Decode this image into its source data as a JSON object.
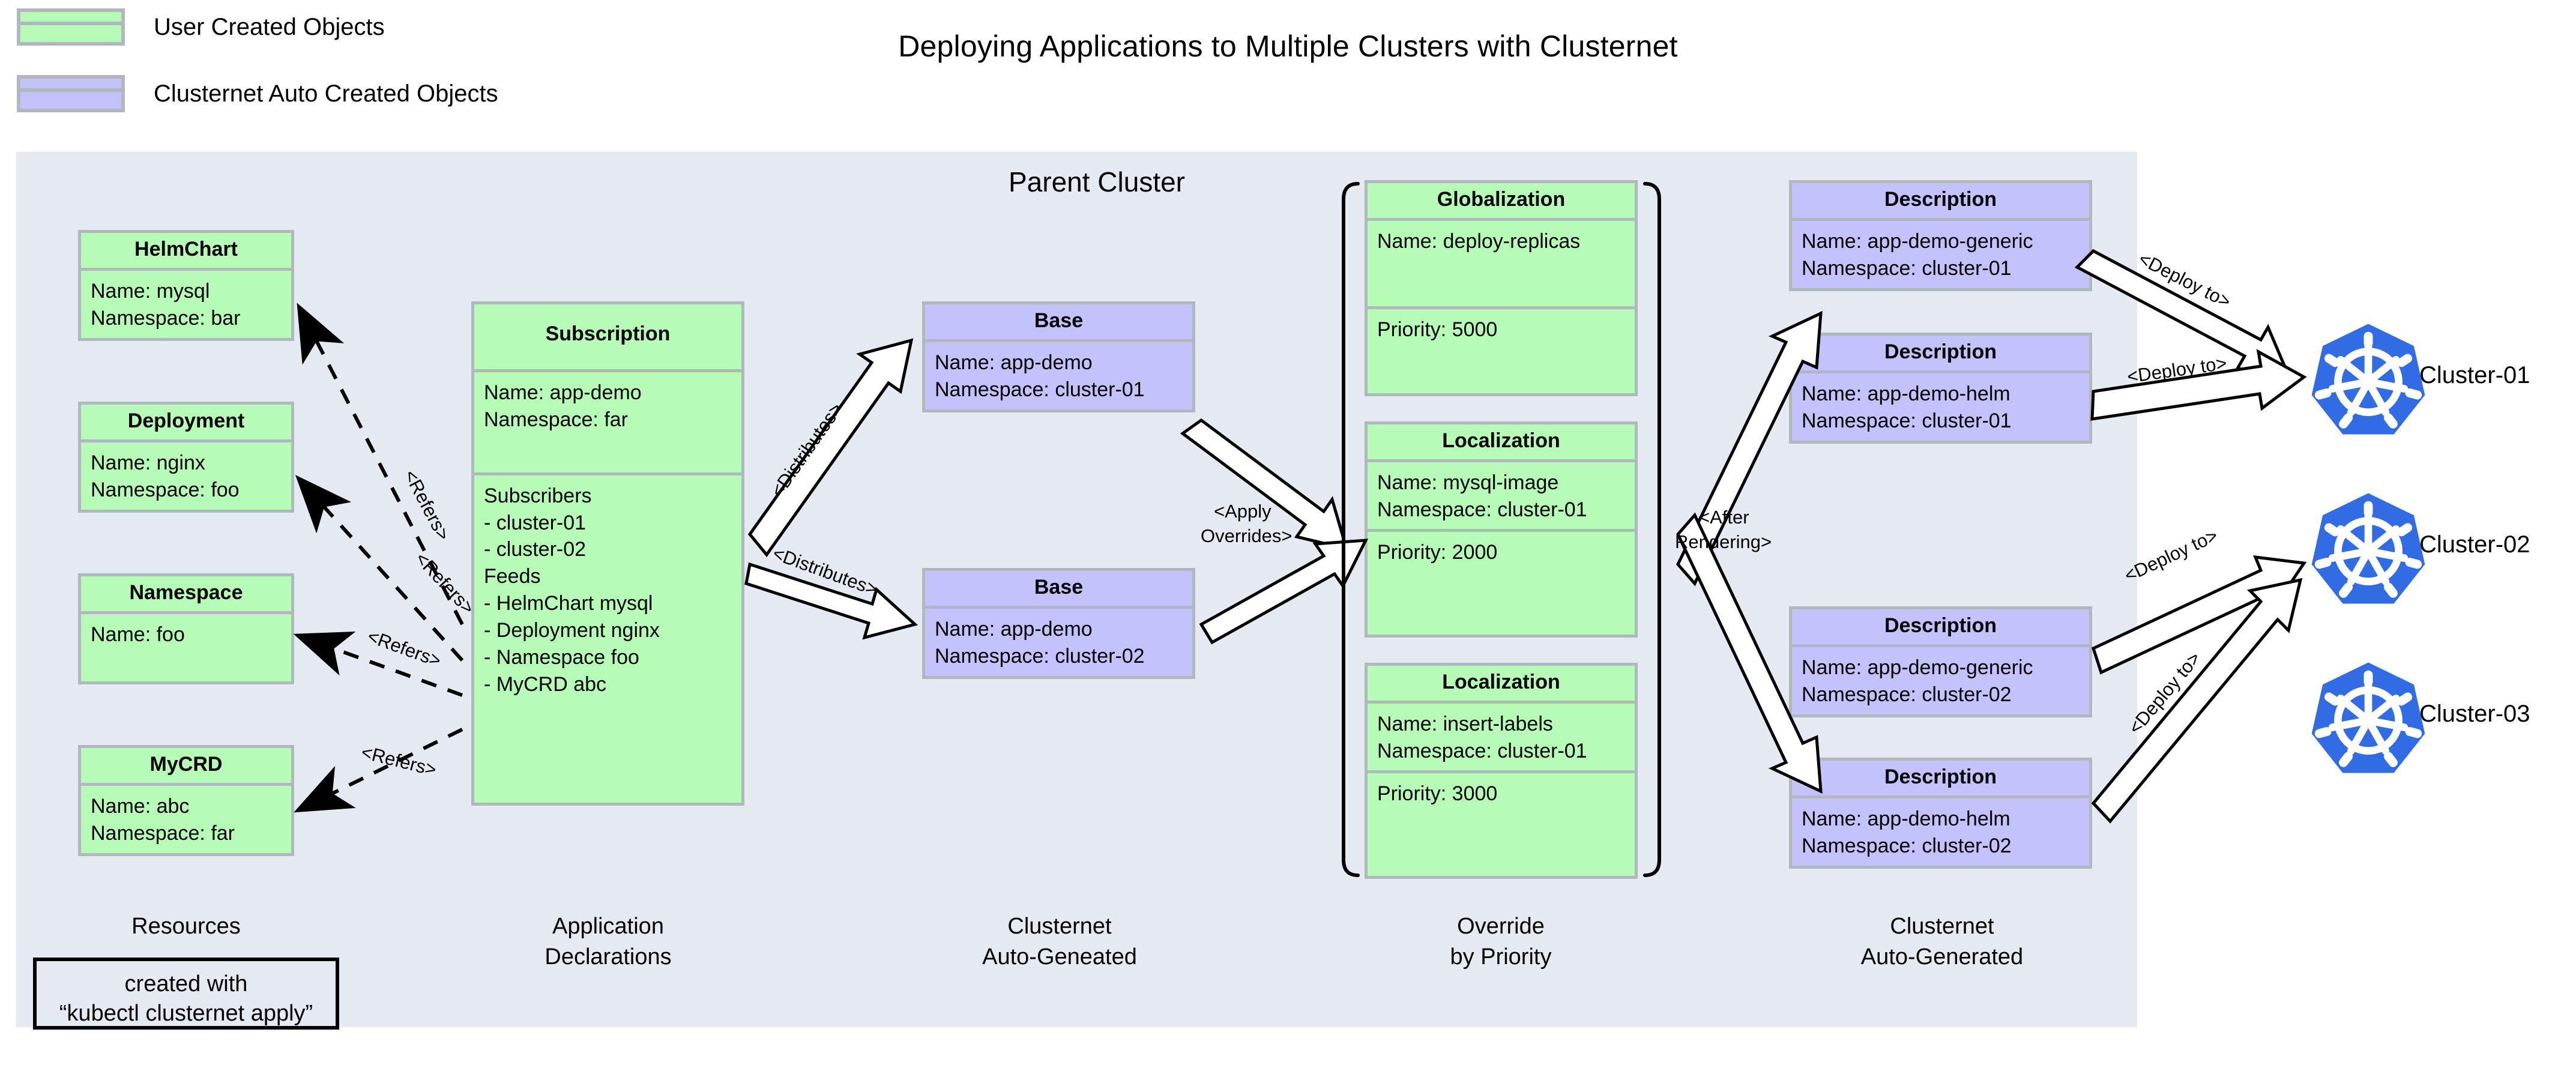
{
  "title": "Deploying Applications to Multiple Clusters with Clusternet",
  "legend": {
    "items": [
      {
        "label": "User Created Objects",
        "color": "#b6fcb6",
        "swatch_icon": "green-box-icon"
      },
      {
        "label": "Clusternet Auto Created Objects",
        "color": "#c3c2fc",
        "swatch_icon": "purple-box-icon"
      }
    ]
  },
  "parent_panel": {
    "title": "Parent Cluster",
    "background": "#e4e9f2"
  },
  "resources": {
    "caption": "Resources",
    "nodes": [
      {
        "kind": "HelmChart",
        "lines": "Name: mysql\nNamespace: bar"
      },
      {
        "kind": "Deployment",
        "lines": "Name: nginx\nNamespace: foo"
      },
      {
        "kind": "Namespace",
        "lines": "Name: foo"
      },
      {
        "kind": "MyCRD",
        "lines": "Name: abc\nNamespace: far"
      }
    ],
    "callout": "created with\n“kubectl clusternet apply”"
  },
  "application_declarations": {
    "caption": "Application\nDeclarations",
    "node": {
      "kind": "Subscription",
      "meta": "Name: app-demo\nNamespace: far",
      "spec": "Subscribers\n- cluster-01\n- cluster-02\nFeeds\n- HelmChart mysql\n- Deployment nginx\n- Namespace foo\n- MyCRD abc"
    }
  },
  "clusternet_auto_generated_left": {
    "caption": "Clusternet\nAuto-Geneated",
    "nodes": [
      {
        "kind": "Base",
        "lines": "Name: app-demo\nNamespace: cluster-01"
      },
      {
        "kind": "Base",
        "lines": "Name: app-demo\nNamespace: cluster-02"
      }
    ]
  },
  "override_by_priority": {
    "caption": "Override\nby Priority",
    "nodes": [
      {
        "kind": "Globalization",
        "meta": "Name: deploy-replicas",
        "priority": "Priority: 5000"
      },
      {
        "kind": "Localization",
        "meta": "Name: mysql-image\nNamespace: cluster-01",
        "priority": "Priority: 2000"
      },
      {
        "kind": "Localization",
        "meta": "Name: insert-labels\nNamespace: cluster-01",
        "priority": "Priority: 3000"
      }
    ]
  },
  "clusternet_auto_generated_right": {
    "caption": "Clusternet\nAuto-Generated",
    "nodes": [
      {
        "kind": "Description",
        "lines": "Name: app-demo-generic\nNamespace: cluster-01"
      },
      {
        "kind": "Description",
        "lines": "Name: app-demo-helm\nNamespace: cluster-01"
      },
      {
        "kind": "Description",
        "lines": "Name: app-demo-generic\nNamespace: cluster-02"
      },
      {
        "kind": "Description",
        "lines": "Name: app-demo-helm\nNamespace: cluster-02"
      }
    ]
  },
  "clusters": [
    {
      "label": "Cluster-01",
      "icon": "kubernetes-icon",
      "color": "#326ce5"
    },
    {
      "label": "Cluster-02",
      "icon": "kubernetes-icon",
      "color": "#326ce5"
    },
    {
      "label": "Cluster-03",
      "icon": "kubernetes-icon",
      "color": "#326ce5"
    }
  ],
  "edge_labels": {
    "refers": "<Refers>",
    "distributes": "<Distributes>",
    "apply_overrides": "<Apply\nOverrides>",
    "apply_overrides_l1": "<Apply",
    "apply_overrides_l2": "Overrides>",
    "after_rendering_l1": "<After",
    "after_rendering_l2": "Rendering>",
    "deploy_to": "<Deploy to>"
  },
  "colors": {
    "panel_bg": "#e4e9f2",
    "user_objects": "#b6fcb6",
    "auto_objects": "#c3c2fc",
    "box_border": "#b1b8bd",
    "kubernetes_blue": "#326ce5"
  }
}
